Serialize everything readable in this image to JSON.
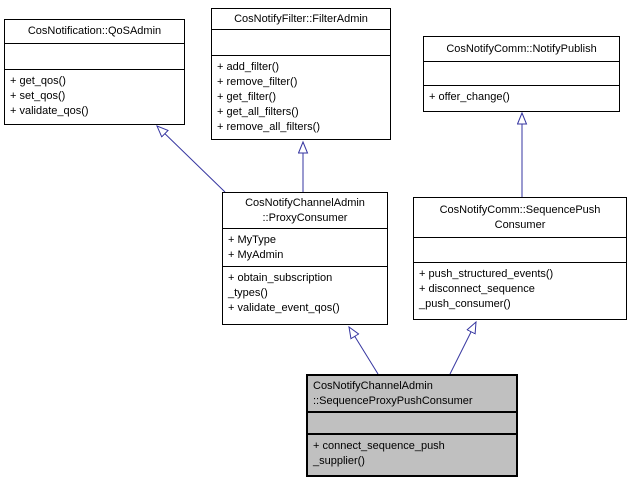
{
  "diagram": {
    "kind": "uml-inheritance-diagram",
    "colors": {
      "box_fill": "#ffffff",
      "highlight_fill": "#c0c0c0",
      "border": "#000000",
      "edge": "#3535a0",
      "text": "#000000"
    },
    "classes": [
      {
        "name": "CosNotification::QoSAdmin",
        "title_lines": [
          "CosNotification::QoSAdmin"
        ],
        "attributes": [],
        "methods": [
          "+ get_qos()",
          "+ set_qos()",
          "+ validate_qos()"
        ]
      },
      {
        "name": "CosNotifyFilter::FilterAdmin",
        "title_lines": [
          "CosNotifyFilter::FilterAdmin"
        ],
        "attributes": [],
        "methods": [
          "+ add_filter()",
          "+ remove_filter()",
          "+ get_filter()",
          "+ get_all_filters()",
          "+ remove_all_filters()"
        ]
      },
      {
        "name": "CosNotifyComm::NotifyPublish",
        "title_lines": [
          "CosNotifyComm::NotifyPublish"
        ],
        "attributes": [],
        "methods": [
          "+ offer_change()"
        ]
      },
      {
        "name": "CosNotifyChannelAdmin::ProxyConsumer",
        "title_lines": [
          "CosNotifyChannelAdmin",
          "::ProxyConsumer"
        ],
        "attributes": [
          "+ MyType",
          "+ MyAdmin"
        ],
        "methods": [
          "+ obtain_subscription",
          "_types()",
          "+ validate_event_qos()"
        ]
      },
      {
        "name": "CosNotifyComm::SequencePushConsumer",
        "title_lines": [
          "CosNotifyComm::SequencePush",
          "Consumer"
        ],
        "attributes": [],
        "methods": [
          "+ push_structured_events()",
          "+ disconnect_sequence",
          "_push_consumer()"
        ]
      },
      {
        "name": "CosNotifyChannelAdmin::SequenceProxyPushConsumer",
        "title_lines": [
          "CosNotifyChannelAdmin",
          "::SequenceProxyPushConsumer"
        ],
        "attributes": [],
        "methods": [
          "+ connect_sequence_push",
          "_supplier()"
        ]
      }
    ],
    "edges": [
      {
        "from": "CosNotifyChannelAdmin::ProxyConsumer",
        "to": "CosNotification::QoSAdmin",
        "type": "public-inheritance"
      },
      {
        "from": "CosNotifyChannelAdmin::ProxyConsumer",
        "to": "CosNotifyFilter::FilterAdmin",
        "type": "public-inheritance"
      },
      {
        "from": "CosNotifyComm::SequencePushConsumer",
        "to": "CosNotifyComm::NotifyPublish",
        "type": "public-inheritance"
      },
      {
        "from": "CosNotifyChannelAdmin::SequenceProxyPushConsumer",
        "to": "CosNotifyChannelAdmin::ProxyConsumer",
        "type": "public-inheritance"
      },
      {
        "from": "CosNotifyChannelAdmin::SequenceProxyPushConsumer",
        "to": "CosNotifyComm::SequencePushConsumer",
        "type": "public-inheritance"
      }
    ]
  }
}
